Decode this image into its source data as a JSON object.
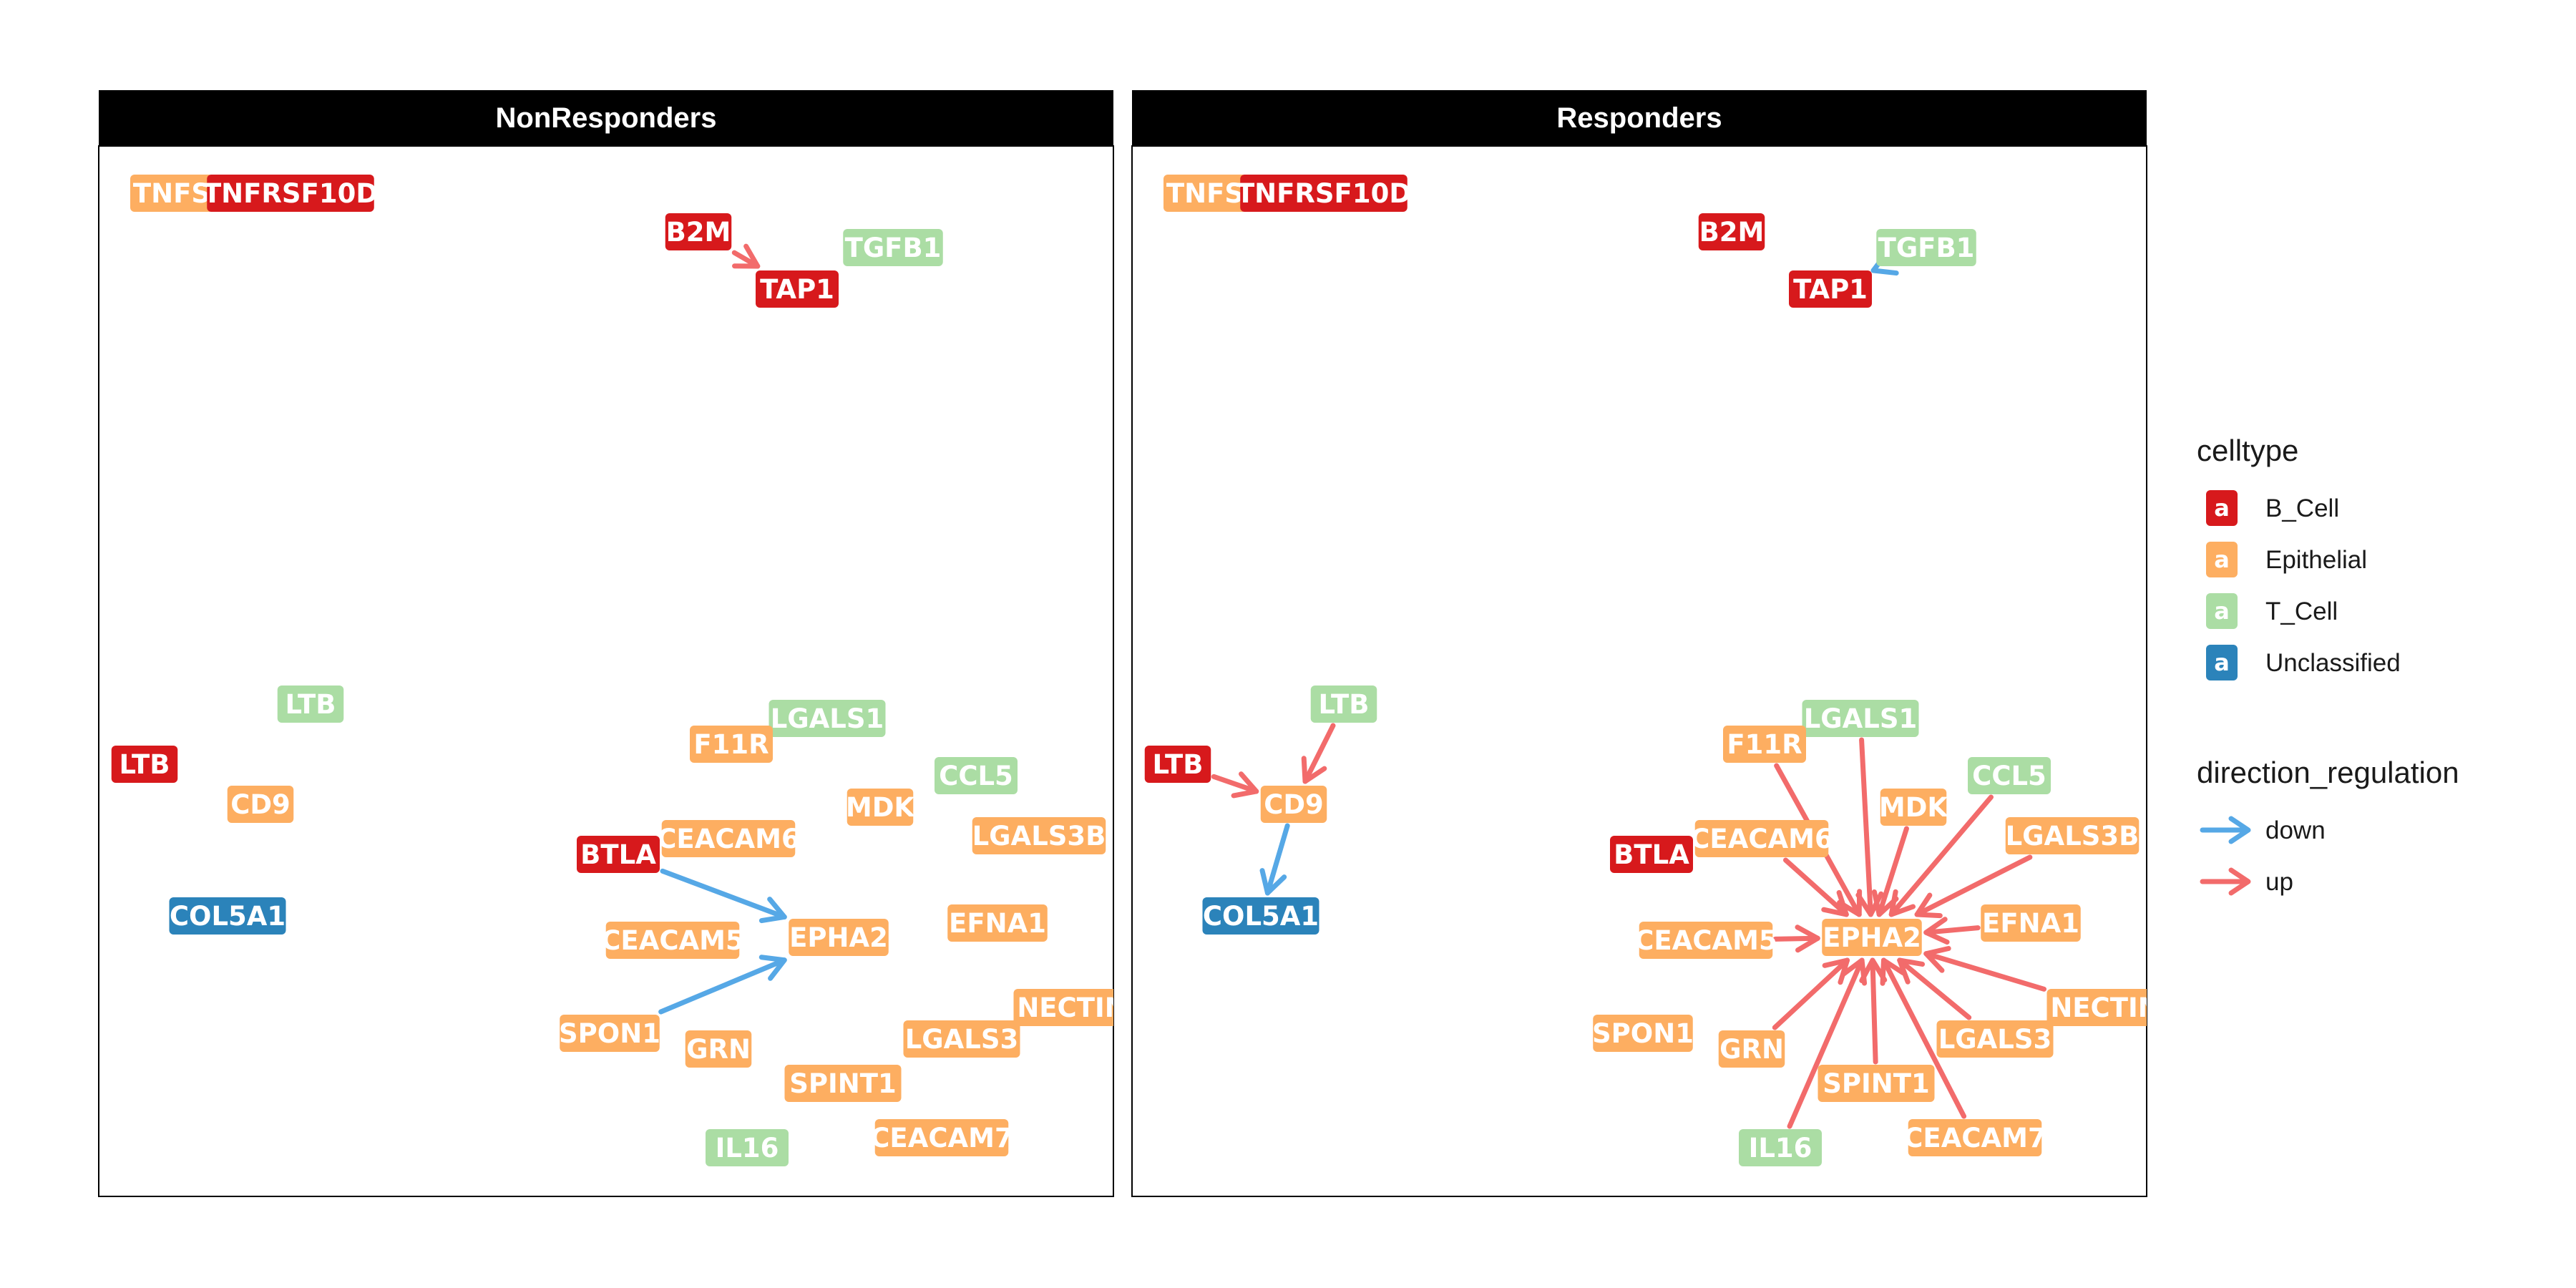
{
  "legend": {
    "celltype_title": "celltype",
    "celltypes": [
      {
        "name": "B_Cell",
        "color": "#d7191c",
        "key_text": "a"
      },
      {
        "name": "Epithelial",
        "color": "#fdae61",
        "key_text": "a"
      },
      {
        "name": "T_Cell",
        "color": "#abdda4",
        "key_text": "a"
      },
      {
        "name": "Unclassified",
        "color": "#2b83ba",
        "key_text": "a"
      }
    ],
    "direction_title": "direction_regulation",
    "directions": [
      {
        "name": "down",
        "color": "#56a8e6"
      },
      {
        "name": "up",
        "color": "#f26b6b"
      }
    ]
  },
  "panels": [
    {
      "title": "NonResponders",
      "nodes": [
        {
          "id": "TNFSF",
          "label": "TNFS",
          "celltype": "Epithelial"
        },
        {
          "id": "TNFRSF10D",
          "label": "TNFRSF10D",
          "celltype": "B_Cell"
        },
        {
          "id": "B2M",
          "label": "B2M",
          "celltype": "B_Cell"
        },
        {
          "id": "TAP1",
          "label": "TAP1",
          "celltype": "B_Cell"
        },
        {
          "id": "TGFB1",
          "label": "TGFB1",
          "celltype": "T_Cell"
        },
        {
          "id": "LTB_T",
          "label": "LTB",
          "celltype": "T_Cell"
        },
        {
          "id": "LGALS1",
          "label": "LGALS1",
          "celltype": "T_Cell"
        },
        {
          "id": "F11R",
          "label": "F11R",
          "celltype": "Epithelial"
        },
        {
          "id": "LTB_B",
          "label": "LTB",
          "celltype": "B_Cell"
        },
        {
          "id": "CCL5",
          "label": "CCL5",
          "celltype": "T_Cell"
        },
        {
          "id": "CD9",
          "label": "CD9",
          "celltype": "Epithelial"
        },
        {
          "id": "MDK",
          "label": "MDK",
          "celltype": "Epithelial"
        },
        {
          "id": "LGALS3B",
          "label": "LGALS3B",
          "celltype": "Epithelial"
        },
        {
          "id": "CEACAM6",
          "label": "CEACAM6",
          "celltype": "Epithelial"
        },
        {
          "id": "BTLA",
          "label": "BTLA",
          "celltype": "B_Cell"
        },
        {
          "id": "COL5A1",
          "label": "COL5A1",
          "celltype": "Unclassified"
        },
        {
          "id": "EFNA1",
          "label": "EFNA1",
          "celltype": "Epithelial"
        },
        {
          "id": "EPHA2",
          "label": "EPHA2",
          "celltype": "Epithelial"
        },
        {
          "id": "CEACAM5",
          "label": "CEACAM5",
          "celltype": "Epithelial"
        },
        {
          "id": "NECTIN",
          "label": "NECTIN",
          "celltype": "Epithelial"
        },
        {
          "id": "SPON1",
          "label": "SPON1",
          "celltype": "Epithelial"
        },
        {
          "id": "LGALS3",
          "label": "LGALS3",
          "celltype": "Epithelial"
        },
        {
          "id": "GRN",
          "label": "GRN",
          "celltype": "Epithelial"
        },
        {
          "id": "SPINT1",
          "label": "SPINT1",
          "celltype": "Epithelial"
        },
        {
          "id": "CEACAM7",
          "label": "CEACAM7",
          "celltype": "Epithelial"
        },
        {
          "id": "IL16",
          "label": "IL16",
          "celltype": "T_Cell"
        }
      ],
      "edges": [
        {
          "from": "B2M",
          "to": "TAP1",
          "direction": "up"
        },
        {
          "from": "BTLA",
          "to": "EPHA2",
          "direction": "down"
        },
        {
          "from": "SPON1",
          "to": "EPHA2",
          "direction": "down"
        }
      ]
    },
    {
      "title": "Responders",
      "nodes": [
        {
          "id": "TNFSF",
          "label": "TNFS",
          "celltype": "Epithelial"
        },
        {
          "id": "TNFRSF10D",
          "label": "TNFRSF10D",
          "celltype": "B_Cell"
        },
        {
          "id": "B2M",
          "label": "B2M",
          "celltype": "B_Cell"
        },
        {
          "id": "TAP1",
          "label": "TAP1",
          "celltype": "B_Cell"
        },
        {
          "id": "TGFB1",
          "label": "TGFB1",
          "celltype": "T_Cell"
        },
        {
          "id": "LTB_T",
          "label": "LTB",
          "celltype": "T_Cell"
        },
        {
          "id": "LGALS1",
          "label": "LGALS1",
          "celltype": "T_Cell"
        },
        {
          "id": "F11R",
          "label": "F11R",
          "celltype": "Epithelial"
        },
        {
          "id": "LTB_B",
          "label": "LTB",
          "celltype": "B_Cell"
        },
        {
          "id": "CCL5",
          "label": "CCL5",
          "celltype": "T_Cell"
        },
        {
          "id": "CD9",
          "label": "CD9",
          "celltype": "Epithelial"
        },
        {
          "id": "MDK",
          "label": "MDK",
          "celltype": "Epithelial"
        },
        {
          "id": "LGALS3B",
          "label": "LGALS3B",
          "celltype": "Epithelial"
        },
        {
          "id": "CEACAM6",
          "label": "CEACAM6",
          "celltype": "Epithelial"
        },
        {
          "id": "BTLA",
          "label": "BTLA",
          "celltype": "B_Cell"
        },
        {
          "id": "COL5A1",
          "label": "COL5A1",
          "celltype": "Unclassified"
        },
        {
          "id": "EFNA1",
          "label": "EFNA1",
          "celltype": "Epithelial"
        },
        {
          "id": "EPHA2",
          "label": "EPHA2",
          "celltype": "Epithelial"
        },
        {
          "id": "CEACAM5",
          "label": "CEACAM5",
          "celltype": "Epithelial"
        },
        {
          "id": "NECTIN",
          "label": "NECTIN",
          "celltype": "Epithelial"
        },
        {
          "id": "SPON1",
          "label": "SPON1",
          "celltype": "Epithelial"
        },
        {
          "id": "LGALS3",
          "label": "LGALS3",
          "celltype": "Epithelial"
        },
        {
          "id": "GRN",
          "label": "GRN",
          "celltype": "Epithelial"
        },
        {
          "id": "SPINT1",
          "label": "SPINT1",
          "celltype": "Epithelial"
        },
        {
          "id": "CEACAM7",
          "label": "CEACAM7",
          "celltype": "Epithelial"
        },
        {
          "id": "IL16",
          "label": "IL16",
          "celltype": "T_Cell"
        }
      ],
      "edges": [
        {
          "from": "TAP1",
          "to": "TGFB1",
          "direction": "down"
        },
        {
          "from": "LTB_B",
          "to": "CD9",
          "direction": "up"
        },
        {
          "from": "LTB_T",
          "to": "CD9",
          "direction": "up"
        },
        {
          "from": "CD9",
          "to": "COL5A1",
          "direction": "down"
        },
        {
          "from": "F11R",
          "to": "EPHA2",
          "direction": "up"
        },
        {
          "from": "LGALS1",
          "to": "EPHA2",
          "direction": "up"
        },
        {
          "from": "MDK",
          "to": "EPHA2",
          "direction": "up"
        },
        {
          "from": "CCL5",
          "to": "EPHA2",
          "direction": "up"
        },
        {
          "from": "LGALS3B",
          "to": "EPHA2",
          "direction": "up"
        },
        {
          "from": "CEACAM6",
          "to": "EPHA2",
          "direction": "up"
        },
        {
          "from": "EFNA1",
          "to": "EPHA2",
          "direction": "up"
        },
        {
          "from": "CEACAM5",
          "to": "EPHA2",
          "direction": "up"
        },
        {
          "from": "NECTIN",
          "to": "EPHA2",
          "direction": "up"
        },
        {
          "from": "LGALS3",
          "to": "EPHA2",
          "direction": "up"
        },
        {
          "from": "GRN",
          "to": "EPHA2",
          "direction": "up"
        },
        {
          "from": "SPINT1",
          "to": "EPHA2",
          "direction": "up"
        },
        {
          "from": "CEACAM7",
          "to": "EPHA2",
          "direction": "up"
        },
        {
          "from": "IL16",
          "to": "EPHA2",
          "direction": "up"
        }
      ]
    }
  ]
}
